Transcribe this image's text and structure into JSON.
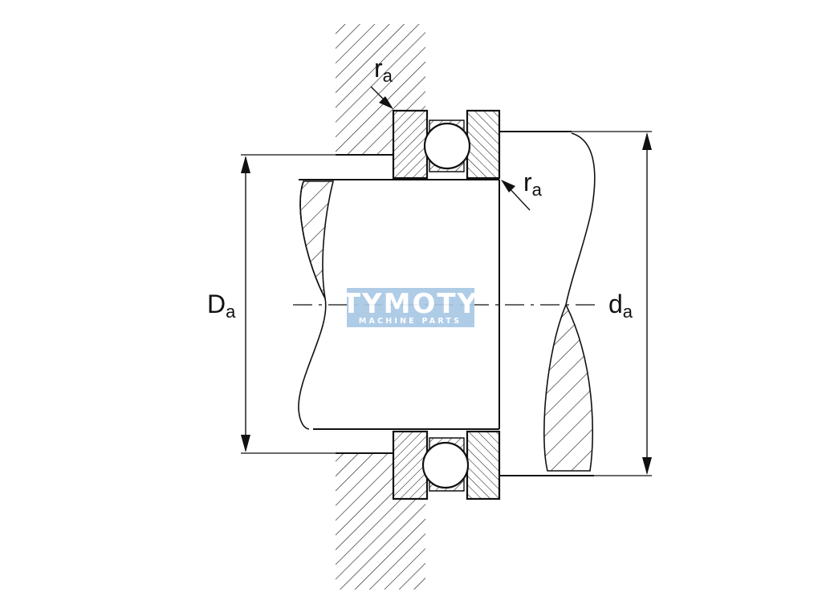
{
  "labels": {
    "D_main": "D",
    "D_sub": "a",
    "d_main": "d",
    "d_sub": "a",
    "r_top_main": "r",
    "r_top_sub": "a",
    "r_mid_main": "r",
    "r_mid_sub": "a"
  },
  "watermark": {
    "title": "TYMOTY",
    "subtitle": "MACHINE PARTS"
  },
  "colors": {
    "line": "#111111",
    "watermark_bg": "#a9c8e6"
  }
}
